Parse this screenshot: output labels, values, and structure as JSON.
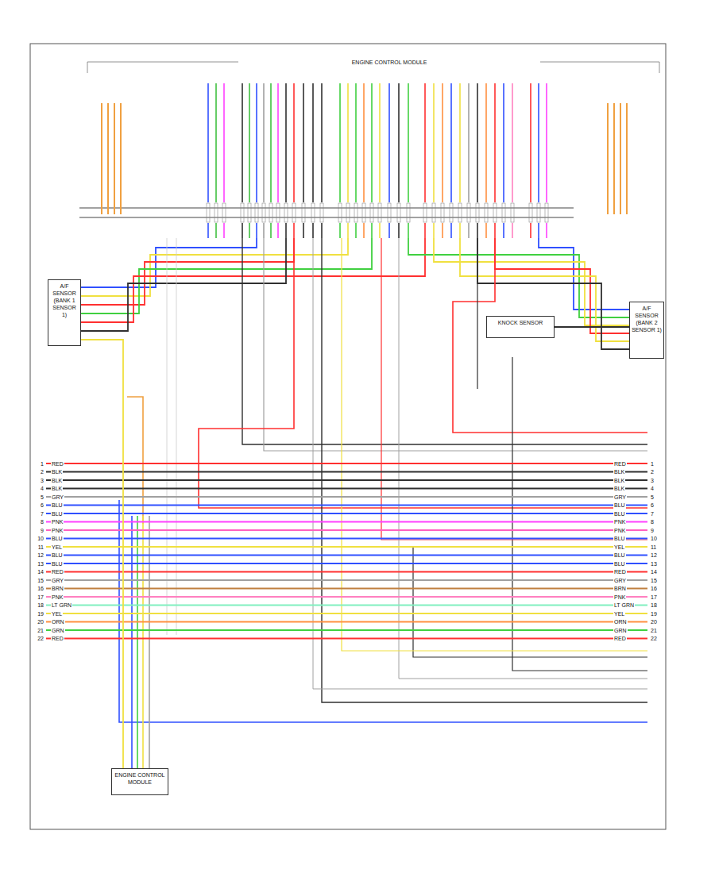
{
  "diagram": {
    "nodes": [
      {
        "text": [
          "ENGINE CONTROL MODULE"
        ]
      },
      {
        "text": [
          "A/F SENSOR (BANK 1 SENSOR 1)"
        ]
      },
      {
        "text": [
          "A/F SENSOR (BANK 2 SENSOR 1)"
        ]
      },
      {
        "text": [
          "KNOCK SENSOR"
        ]
      },
      {
        "text": [
          "ENGINE CONTROL MODULE"
        ]
      }
    ],
    "edges": [
      {
        "from": 4,
        "to": 1,
        "arrow": "none"
      },
      {
        "from": 3,
        "to": 2,
        "arrow": "none"
      }
    ],
    "labels": [
      "1",
      "RED",
      "RED",
      "1",
      "2",
      "BLK",
      "BLK",
      "2",
      "3",
      "BLK",
      "BLK",
      "3",
      "4",
      "BLK",
      "BLK",
      "4",
      "5",
      "GRY",
      "GRY",
      "5",
      "6",
      "BLU",
      "BLU",
      "6",
      "7",
      "BLU",
      "BLU",
      "7",
      "8",
      "PNK",
      "PNK",
      "8",
      "9",
      "PNK",
      "PNK",
      "9",
      "10",
      "BLU",
      "BLU",
      "10",
      "11",
      "YEL",
      "YEL",
      "11",
      "12",
      "BLU",
      "BLU",
      "12",
      "13",
      "BLU",
      "BLU",
      "13",
      "14",
      "RED",
      "RED",
      "14",
      "15",
      "GRY",
      "GRY",
      "15",
      "16",
      "BRN",
      "BRN",
      "16",
      "17",
      "PNK",
      "PNK",
      "17",
      "18",
      "LT GRN",
      "LT GRN",
      "18",
      "19",
      "YEL",
      "YEL",
      "19",
      "20",
      "ORN",
      "ORN",
      "20",
      "21",
      "GRN",
      "GRN",
      "21",
      "22",
      "RED",
      "RED",
      "22"
    ]
  }
}
